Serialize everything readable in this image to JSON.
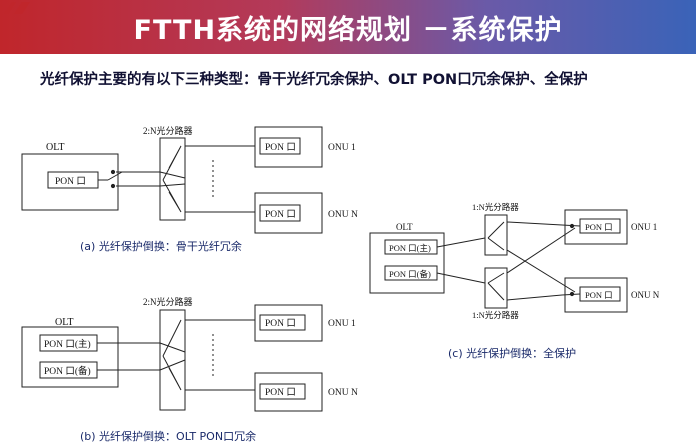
{
  "header": {
    "title": "FTTH系统的网络规划 －系统保护"
  },
  "subtitle": "光纤保护主要的有以下三种类型：骨干光纤冗余保护、OLT PON口冗余保护、全保护",
  "diagram_a": {
    "olt": "OLT",
    "pon": "PON 口",
    "splitter": "2:N光分路器",
    "onu_port_1": "PON 口",
    "onu_port_n": "PON 口",
    "onu_1": "ONU 1",
    "onu_n": "ONU N",
    "caption": "(a)   光纤保护倒换：骨干光纤冗余"
  },
  "diagram_b": {
    "olt": "OLT",
    "pon_main": "PON 口(主)",
    "pon_backup": "PON 口(备)",
    "splitter": "2:N光分路器",
    "onu_port_1": "PON 口",
    "onu_port_n": "PON 口",
    "onu_1": "ONU 1",
    "onu_n": "ONU N",
    "caption": "(b)   光纤保护倒换：OLT PON口冗余"
  },
  "diagram_c": {
    "olt": "OLT",
    "pon_main": "PON 口(主)",
    "pon_backup": "PON 口(备)",
    "splitter_top": "1:N光分路器",
    "splitter_bottom": "1:N光分路器",
    "onu_port_1": "PON 口",
    "onu_port_n": "PON 口",
    "onu_1": "ONU 1",
    "onu_n": "ONU N",
    "caption": "(c) 光纤保护倒换：全保护"
  },
  "colors": {
    "banner_left": "#c0262b",
    "banner_right": "#3a63b8",
    "caption": "#1a2a6a"
  }
}
